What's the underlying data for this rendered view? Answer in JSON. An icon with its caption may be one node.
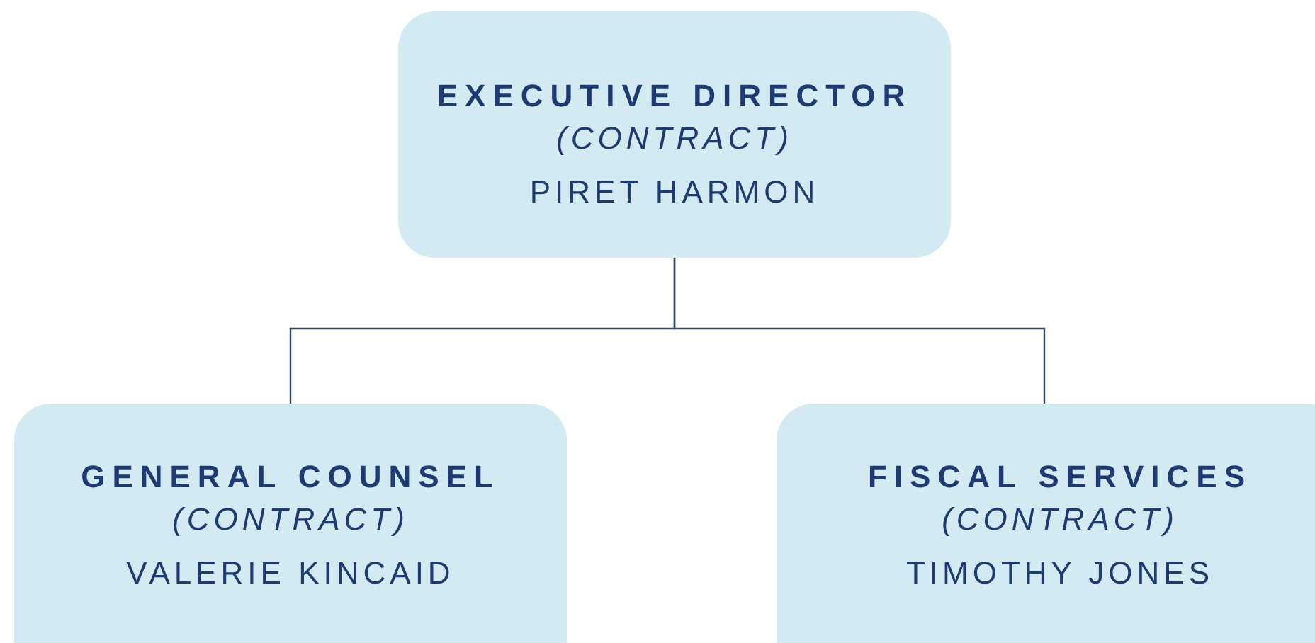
{
  "diagram": {
    "nodes": [
      {
        "text": [
          "EXECUTIVE DIRECTOR",
          "(CONTRACT)",
          "PIRET HARMON"
        ]
      },
      {
        "text": [
          "GENERAL COUNSEL",
          "(CONTRACT)",
          "VALERIE KINCAID"
        ]
      },
      {
        "text": [
          "FISCAL SERVICES",
          "(CONTRACT)",
          "TIMOTHY JONES"
        ]
      }
    ],
    "edges": [
      {
        "from": 0,
        "to": 1,
        "arrow": "none"
      },
      {
        "from": 0,
        "to": 2,
        "arrow": "none"
      }
    ]
  }
}
